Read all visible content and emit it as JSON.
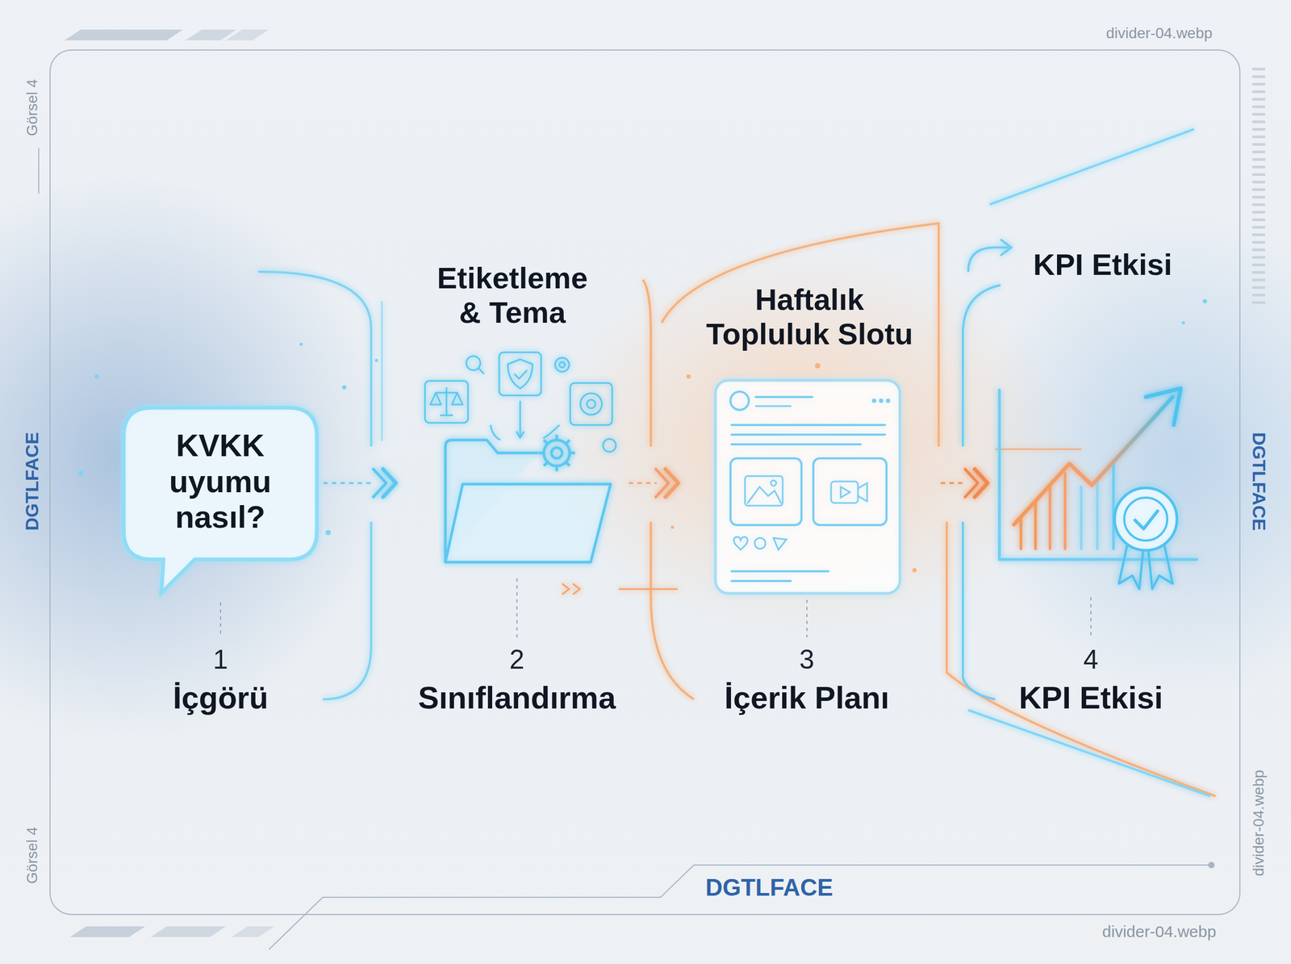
{
  "diagram": {
    "nodes": [
      {
        "text": [
          "KVKK uyumu nasıl?"
        ]
      },
      {
        "text": [
          "Etiketleme & Tema"
        ]
      },
      {
        "text": [
          "Haftalık Topluluk Slotu"
        ]
      },
      {
        "text": [
          "KPI Etkisi"
        ]
      }
    ],
    "edges": [
      {
        "from": 0,
        "to": 1,
        "arrow": "to"
      },
      {
        "from": 1,
        "to": 2,
        "arrow": "to"
      },
      {
        "from": 2,
        "to": 3,
        "arrow": "to"
      }
    ],
    "labels": [
      "divider-04.webp",
      "Görsel 4",
      "DGTLFACE",
      "Görsel 4",
      "DGTLFACE",
      "divider-04.webp",
      "1",
      "İçgörü",
      "2",
      "Sınıflandırma",
      "3",
      "İçerik Planı",
      "4",
      "KPI Etkisi",
      "DGTLFACE",
      "divider-04.webp"
    ]
  }
}
